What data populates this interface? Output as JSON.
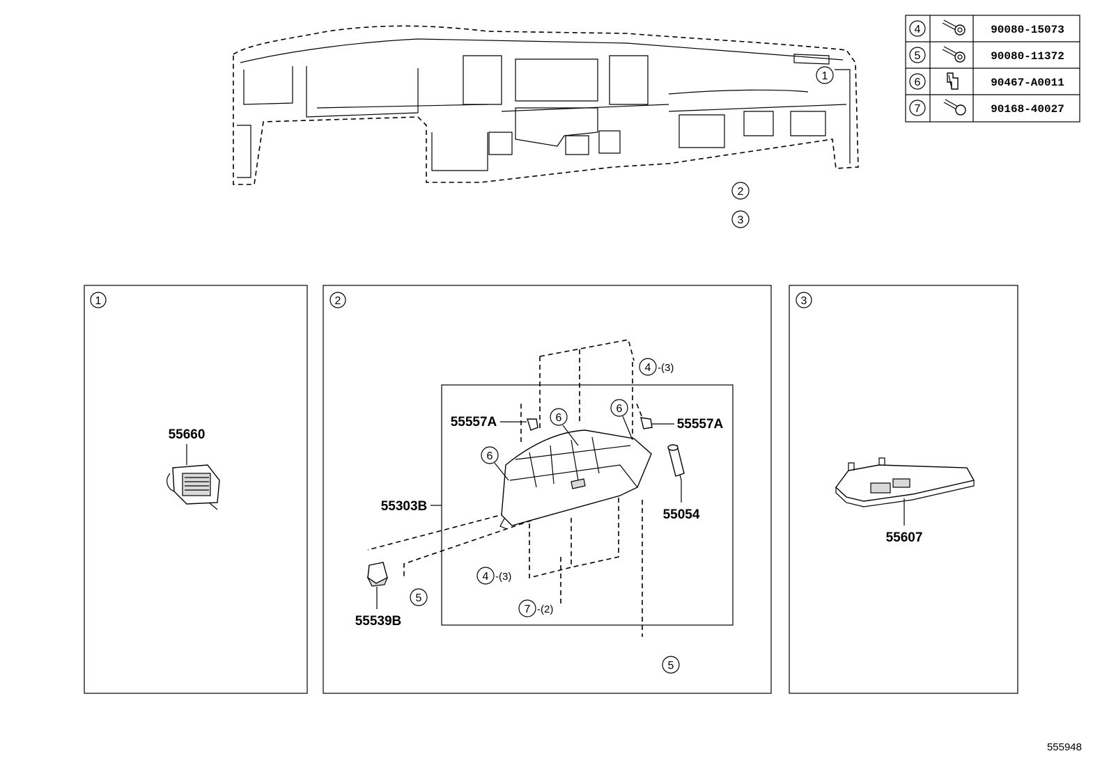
{
  "legend": [
    {
      "ref": "4",
      "part_no": "90080-15073",
      "icon": "bolt-washer-icon"
    },
    {
      "ref": "5",
      "part_no": "90080-11372",
      "icon": "bolt-washer-icon"
    },
    {
      "ref": "6",
      "part_no": "90467-A0011",
      "icon": "clip-icon"
    },
    {
      "ref": "7",
      "part_no": "90168-40027",
      "icon": "screw-icon"
    }
  ],
  "overview_callouts": [
    "1",
    "2",
    "3"
  ],
  "panels": [
    {
      "ref": "1",
      "parts": [
        "55660"
      ]
    },
    {
      "ref": "2",
      "parts": [
        "55303B",
        "55557A",
        "55557A",
        "55054",
        "55539B"
      ],
      "callouts": [
        {
          "ref": "4",
          "qty": "-(3)"
        },
        {
          "ref": "4",
          "qty": "-(3)"
        },
        {
          "ref": "6"
        },
        {
          "ref": "6"
        },
        {
          "ref": "6"
        },
        {
          "ref": "5"
        },
        {
          "ref": "5"
        },
        {
          "ref": "7",
          "qty": "-(2)"
        }
      ]
    },
    {
      "ref": "3",
      "parts": [
        "55607"
      ]
    }
  ],
  "figure_id": "555948"
}
